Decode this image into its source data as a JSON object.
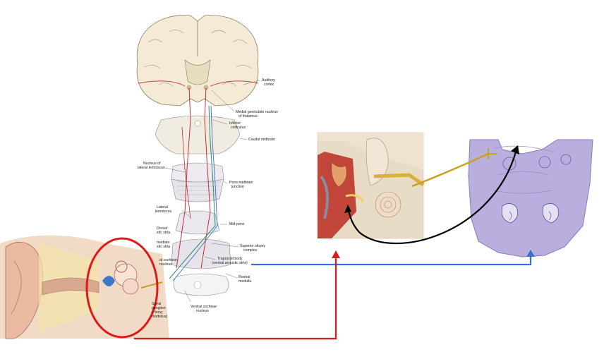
{
  "labels": {
    "auditory_cortex": [
      "Auditory",
      "cortex"
    ],
    "medial_geniculate": [
      "Medial geniculate nucleus",
      "of thalamus"
    ],
    "inferior_colliculus": [
      "Inferior",
      "colliculus"
    ],
    "caudal_midbrain": "Caudal midbrain",
    "nucleus_lateral_lemniscus": [
      "Nucleus of",
      "lateral lemniscus"
    ],
    "pons_midbrain_junction": [
      "Pons-midbrain",
      "junction"
    ],
    "lateral_lemniscus": [
      "Lateral",
      "lemniscus"
    ],
    "mid_pons": "Mid-pons",
    "dorsal_stria": [
      "Dorsal",
      "stic stria"
    ],
    "intermediate_stria": [
      "mediate",
      "stic stria"
    ],
    "superior_olivary": [
      "Superior olivary",
      "complex"
    ],
    "trapezoid_body": [
      "Trapezoid body",
      "(ventral acoustic stria)"
    ],
    "dorsal_cochlear": [
      "al cochlear",
      "nucleus"
    ],
    "rostral_medulla": [
      "Rostral",
      "medulla"
    ],
    "ventral_cochlear": [
      "Ventral cochlear",
      "nucleus"
    ],
    "spiral_ganglion": [
      "Spiral",
      "ganglion",
      "n bony",
      "modiolus)"
    ]
  },
  "colors": {
    "red_arrow": "#e01818",
    "blue_arrow": "#3a6fd0",
    "black_arrow": "#000000",
    "gold_nerve": "#c9a020",
    "brain_fill": "#f4ead6",
    "brainstem_fill": "#e0dfe6",
    "slice_fill": "#b8a8d8"
  }
}
